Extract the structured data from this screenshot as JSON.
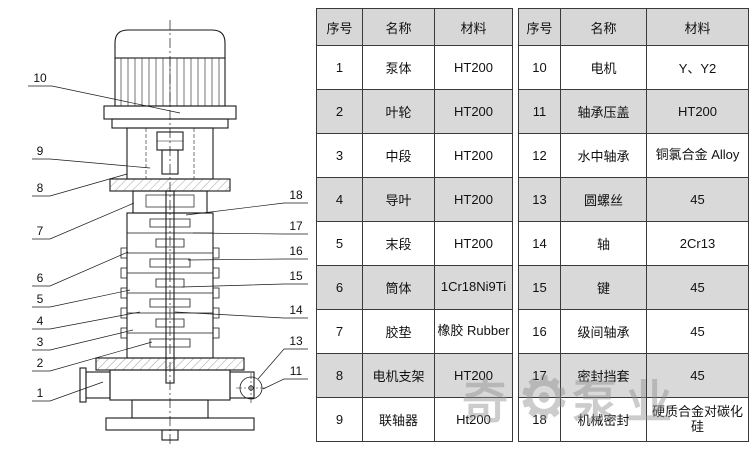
{
  "diagram": {
    "callouts_left": [
      "10",
      "9",
      "8",
      "7",
      "6",
      "5",
      "4",
      "3",
      "2",
      "1"
    ],
    "callouts_right": [
      "18",
      "17",
      "16",
      "15",
      "14",
      "13",
      "11"
    ]
  },
  "tables": [
    {
      "headers": [
        "序号",
        "名称",
        "材料"
      ],
      "rows": [
        [
          "1",
          "泵体",
          "HT200"
        ],
        [
          "2",
          "叶轮",
          "HT200"
        ],
        [
          "3",
          "中段",
          "HT200"
        ],
        [
          "4",
          "导叶",
          "HT200"
        ],
        [
          "5",
          "末段",
          "HT200"
        ],
        [
          "6",
          "筒体",
          "1Cr18Ni9Ti"
        ],
        [
          "7",
          "胶垫",
          "橡胶 Rubber"
        ],
        [
          "8",
          "电机支架",
          "HT200"
        ],
        [
          "9",
          "联轴器",
          "Ht200"
        ]
      ]
    },
    {
      "headers": [
        "序号",
        "名称",
        "材料"
      ],
      "rows": [
        [
          "10",
          "电机",
          "Y、Y2"
        ],
        [
          "11",
          "轴承压盖",
          "HT200"
        ],
        [
          "12",
          "水中轴承",
          "铜氯合金 Alloy"
        ],
        [
          "13",
          "圆螺丝",
          "45"
        ],
        [
          "14",
          "轴",
          "2Cr13"
        ],
        [
          "15",
          "键",
          "45"
        ],
        [
          "16",
          "级间轴承",
          "45"
        ],
        [
          "17",
          "密封挡套",
          "45"
        ],
        [
          "18",
          "机械密封",
          "硬质合金对碳化硅"
        ]
      ]
    }
  ],
  "watermark": {
    "prefix": "奇",
    "gear_glyph": "⚙",
    "suffix": "泵业"
  },
  "colors": {
    "row_shade": "#d9d9d9",
    "header_shade": "#d7d7d7",
    "line": "#1a1a1a"
  }
}
